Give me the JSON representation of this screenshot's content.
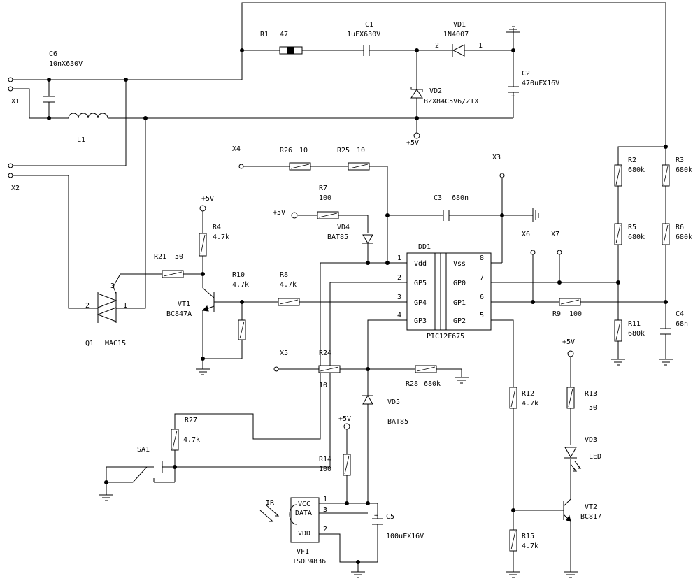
{
  "labels": {
    "R1": "R1",
    "R1v": "47",
    "C1": "C1",
    "C1v": "1uFX630V",
    "VD1": "VD1",
    "VD1v": "1N4007",
    "C6": "C6",
    "C6v": "10nX630V",
    "C2": "C2",
    "C2v": "470uFX16V",
    "VD2": "VD2",
    "VD2v": "BZX84C5V6/ZTX",
    "X1": "X1",
    "X2": "X2",
    "X3": "X3",
    "X4": "X4",
    "X5": "X5",
    "X6": "X6",
    "X7": "X7",
    "L1": "L1",
    "plus5": "+5V",
    "R26": "R26",
    "R26v": "10",
    "R25": "R25",
    "R25v": "10",
    "R7": "R7",
    "R7v": "100",
    "C3": "C3",
    "C3v": "680n",
    "VD4": "VD4",
    "VD4v": "BAT85",
    "R2": "R2",
    "R2v": "680k",
    "R3": "R3",
    "R3v": "680k",
    "R5": "R5",
    "R5v": "680k",
    "R6": "R6",
    "R6v": "680k",
    "R4": "R4",
    "R4v": "4.7k",
    "R21": "R21",
    "R21v": "50",
    "R10": "R10",
    "R10v": "4.7k",
    "R8": "R8",
    "R8v": "4.7k",
    "VT1": "VT1",
    "VT1v": "BC847A",
    "Q1": "Q1",
    "Q1v": "MAC15",
    "DD1": "DD1",
    "DD1v": "PIC12F675",
    "pVdd": "Vdd",
    "pGP5": "GP5",
    "pGP4": "GP4",
    "pGP3": "GP3",
    "pVss": "Vss",
    "pGP0": "GP0",
    "pGP1": "GP1",
    "pGP2": "GP2",
    "R9": "R9",
    "R9v": "100",
    "R11": "R11",
    "R11v": "680k",
    "C4": "C4",
    "C4v": "68n",
    "R24": "R24",
    "R24v": "10",
    "R28": "R28",
    "R28v": "680k",
    "VD5": "VD5",
    "VD5v": "BAT85",
    "R27": "R27",
    "R27v": "4.7k",
    "SA1": "SA1",
    "R14": "R14",
    "R14v": "100",
    "IR": "IR",
    "VCC": "VCC",
    "DATA": "DATA",
    "VDD": "VDD",
    "VF1": "VF1",
    "VF1v": "TSOP4836",
    "C5": "C5",
    "C5v": "100uFX16V",
    "R12": "R12",
    "R12v": "4.7k",
    "R13": "R13",
    "R13v": "50",
    "VD3": "VD3",
    "VD3v": "LED",
    "VT2": "VT2",
    "VT2v": "BC817",
    "R15": "R15",
    "R15v": "4.7k"
  },
  "pins": {
    "vd1_a": "2",
    "vd1_k": "1",
    "q1_mt2": "2",
    "q1_mt1": "1",
    "q1_g": "3",
    "dd_1": "1",
    "dd_2": "2",
    "dd_3": "3",
    "dd_4": "4",
    "dd_8": "8",
    "dd_7": "7",
    "dd_6": "6",
    "dd_5": "5",
    "vf_1": "1",
    "vf_3": "3",
    "vf_2": "2"
  }
}
